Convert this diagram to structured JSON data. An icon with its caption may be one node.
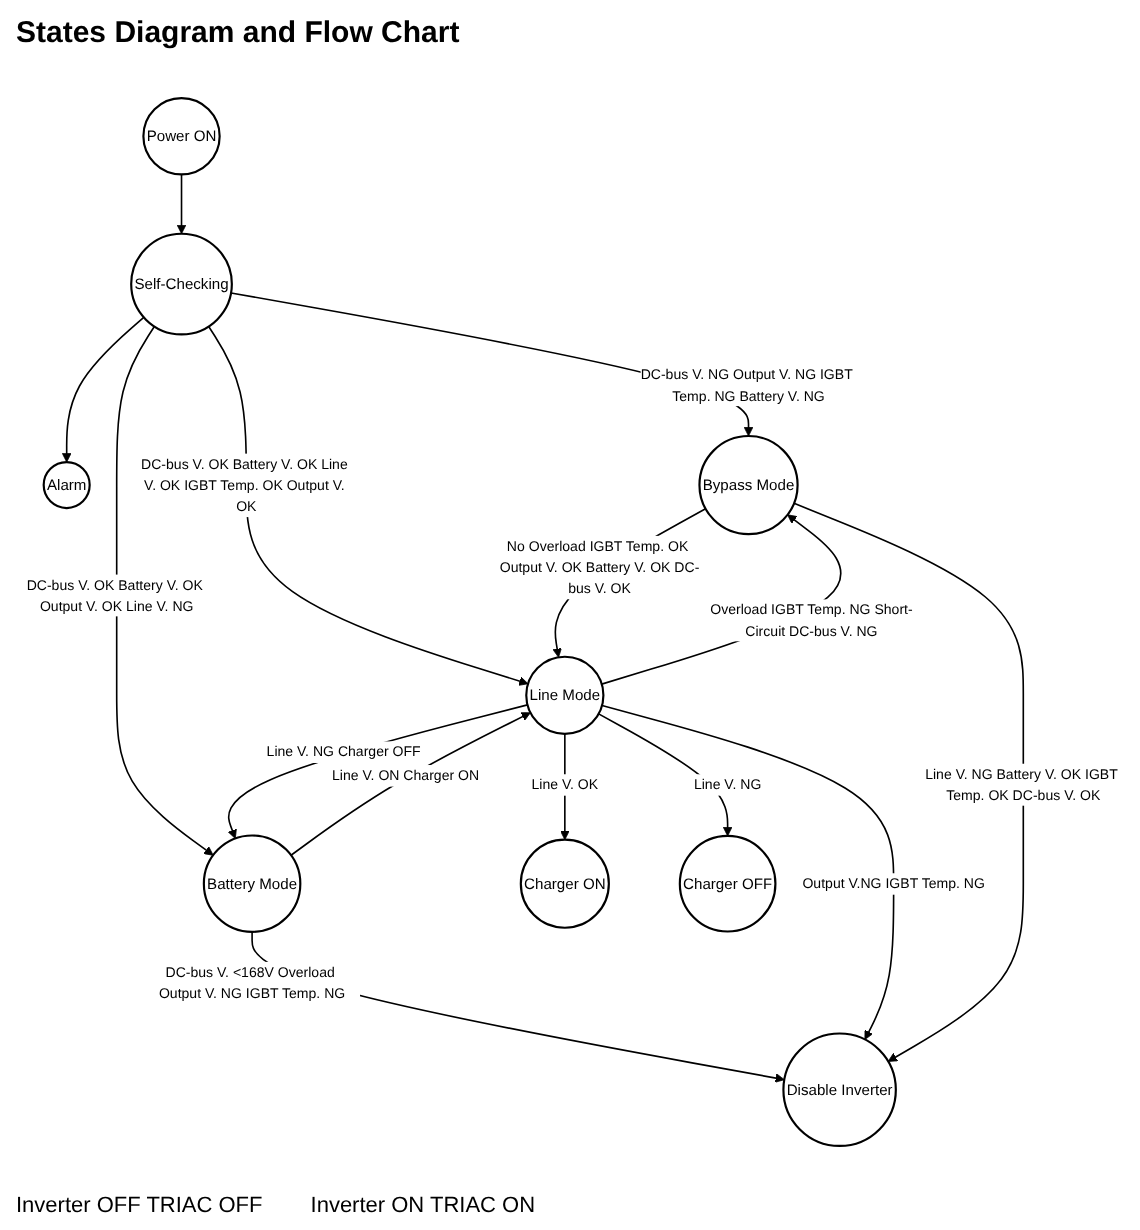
{
  "diagram": {
    "title": "States Diagram and Flow Chart",
    "nodes": [
      {
        "text": [
          "Power ON"
        ]
      },
      {
        "text": [
          "Alarm"
        ]
      },
      {
        "text": [
          "Self-Checking"
        ]
      },
      {
        "text": [
          "Bypass Mode"
        ]
      },
      {
        "text": [
          "Battery Mode"
        ]
      },
      {
        "text": [
          "Line Mode"
        ]
      },
      {
        "text": [
          "Disable Inverter"
        ]
      },
      {
        "text": [
          "Charger ON"
        ]
      },
      {
        "text": [
          "Charger OFF"
        ]
      }
    ],
    "edges": [
      {
        "from": 0,
        "to": 2,
        "arrow": "to"
      },
      {
        "from": 2,
        "to": 1,
        "arrow": "to"
      },
      {
        "from": 2,
        "to": 3,
        "arrow": "to",
        "label": "DC-bus V. NG Output V. NG IGBT Temp. NG Battery V. NG"
      },
      {
        "from": 2,
        "to": 4,
        "arrow": "to",
        "label": "DC-bus V. OK Battery V. OK Output V. OK Line V. NG"
      },
      {
        "from": 2,
        "to": 5,
        "arrow": "to",
        "label": "DC-bus V. OK Battery V. OK Line V. OK IGBT Temp. OK Output V. OK"
      },
      {
        "from": 3,
        "to": 5,
        "arrow": "to",
        "label": "No Overload IGBT Temp. OK Output V. OK Battery V. OK DC-bus V. OK"
      },
      {
        "from": 5,
        "to": 3,
        "arrow": "to",
        "label": "Overload IGBT Temp. NG Short-Circuit DC-bus V. NG"
      },
      {
        "from": 4,
        "to": 5,
        "arrow": "to",
        "label": "Line V. ON Charger ON"
      },
      {
        "from": 5,
        "to": 4,
        "arrow": "to",
        "label": "Line V. NG Charger OFF"
      },
      {
        "from": 4,
        "to": 6,
        "arrow": "to",
        "label": "DC-bus V. <168V Overload Output V. NG IGBT Temp. NG"
      },
      {
        "from": 5,
        "to": 6,
        "arrow": "to",
        "label": "Output V.NG IGBT Temp. NG"
      },
      {
        "from": 5,
        "to": 7,
        "arrow": "to",
        "label": "Line V. OK"
      },
      {
        "from": 5,
        "to": 8,
        "arrow": "to",
        "label": "Line V. NG"
      },
      {
        "from": 3,
        "to": 6,
        "arrow": "to",
        "label": "Line V. NG Battery V. OK IGBT Temp. OK DC-bus V. OK"
      }
    ],
    "labels": [
      "Inverter OFF TRIAC OFF",
      "Inverter ON TRIAC ON"
    ]
  }
}
